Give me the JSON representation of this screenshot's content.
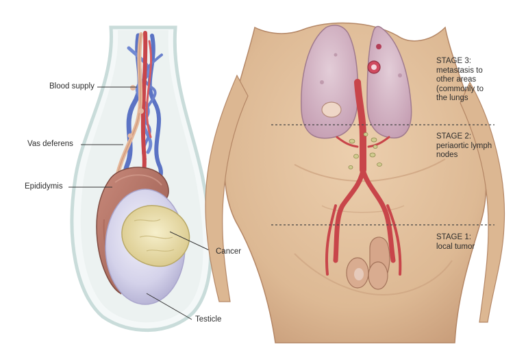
{
  "left_panel": {
    "labels": {
      "blood_supply": "Blood supply",
      "vas_deferens": "Vas deferens",
      "epididymis": "Epididymis",
      "cancer": "Cancer",
      "testicle": "Testicle"
    }
  },
  "right_panel": {
    "stages": [
      {
        "title": "STAGE 3:",
        "lines": [
          "metastasis to",
          "other areas",
          "(commonly to",
          "the lungs"
        ]
      },
      {
        "title": "STAGE 2:",
        "lines": [
          "periaortic lymph",
          "nodes"
        ]
      },
      {
        "title": "STAGE 1:",
        "lines": [
          "local tumor"
        ]
      }
    ]
  },
  "colors": {
    "skin": "#e2c2a0",
    "skin_shadow": "#c99e7b",
    "scrotum_outline": "#d8e5e4",
    "vein": "#5b73c4",
    "artery": "#c8454a",
    "epididymis": "#b26f62",
    "tumor": "#ece1b4",
    "testicle": "#dad9ec",
    "lung": "#d6b9c6",
    "lymph": "#cfcb8e"
  }
}
